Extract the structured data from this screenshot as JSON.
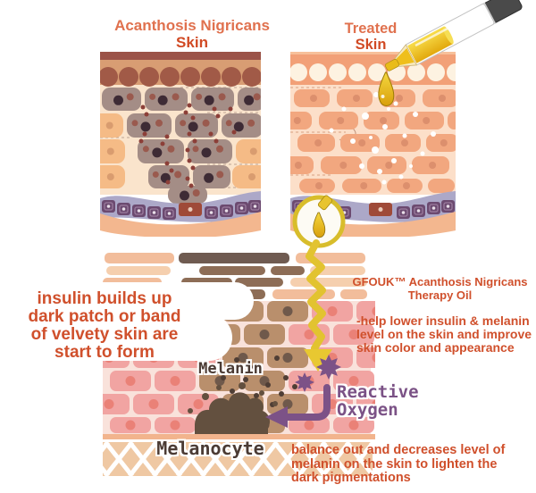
{
  "left_panel": {
    "title": "Acanthosis Nigricans",
    "subtitle": "Skin"
  },
  "right_panel": {
    "title": "Treated",
    "subtitle": "Skin"
  },
  "callouts": {
    "insulin": {
      "line1": "insulin builds up",
      "line2": "dark patch or band",
      "line3": "of velvety skin are",
      "line4": "start to form"
    },
    "product": {
      "line1": "GFOUK™ Acanthosis Nigricans",
      "line2": "Therapy Oil"
    },
    "benefit": {
      "line1": "-help lower insulin & melanin",
      "line2": "level on the skin and improve",
      "line3": "skin color and appearance"
    },
    "result": {
      "line1": "balance out and decreases level of",
      "line2": "melanin on the skin to lighten the",
      "line3": "dark pigmentations"
    }
  },
  "labels": {
    "melanin": "Melanin",
    "melanocyte": "Melanocyte",
    "reactive_line1": "Reactive",
    "reactive_line2": "Oxygen"
  },
  "icons": {
    "dropper": "dropper-icon",
    "oil_drop": "oil-drop-icon",
    "magnifier": "magnifier-icon",
    "zigzag_arrow": "zigzag-arrow-icon",
    "reactive_stars": "reactive-oxygen-stars-icon",
    "curved_arrow": "curved-arrow-icon"
  },
  "palette": {
    "annotation_red": "#D0502C",
    "title_orange": "#E0714E",
    "title_deep_orange": "#D14A24",
    "label_brown": "#4B3B34",
    "reactive_purple": "#7B5286",
    "oil_gold": "#E9C22F",
    "basal_purple": "#6C4A70",
    "melanin_dark": "#63503F",
    "dark_skin_cell": "#A48D86",
    "healthy_cell": "#F2A77F",
    "pink_brick": "#F1A4A2",
    "brown_brick": "#B98F6C"
  }
}
